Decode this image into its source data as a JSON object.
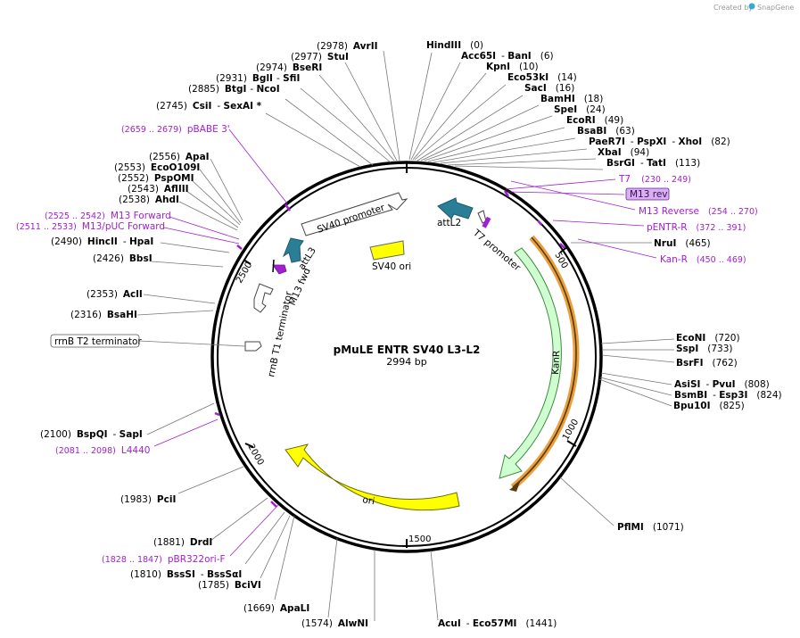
{
  "credit": {
    "prefix": "Created by",
    "brand": "SnapGene"
  },
  "plasmid": {
    "name": "pMuLE ENTR SV40 L3-L2",
    "length": "2994 bp"
  },
  "ticks": [
    "500",
    "1000",
    "1500",
    "2000",
    "2500"
  ],
  "features": [
    {
      "label": "SV40 promoter",
      "kind": "promoter"
    },
    {
      "label": "SV40 ori",
      "kind": "rep_origin"
    },
    {
      "label": "attL2",
      "kind": "misc"
    },
    {
      "label": "attL3",
      "kind": "misc"
    },
    {
      "label": "T7 promoter",
      "kind": "promoter"
    },
    {
      "label": "M13 fwd",
      "kind": "primer_bind"
    },
    {
      "label": "rrnB T1 terminator",
      "kind": "terminator"
    },
    {
      "label": "KanR",
      "kind": "CDS"
    },
    {
      "label": "ori",
      "kind": "rep_origin"
    },
    {
      "label": "rrnB T2 terminator",
      "kind": "terminator"
    }
  ],
  "colors": {
    "promoter": "#ffffff",
    "ori": "#ffff00",
    "att": "#2a7f96",
    "kanr": "#cfffd0",
    "primer": "#a020d0",
    "orf": "#e8a040"
  },
  "sites": [
    {
      "pos": "(2978)",
      "parts": [
        "AvrII"
      ]
    },
    {
      "pos": "(2977)",
      "parts": [
        "StuI"
      ]
    },
    {
      "pos": "(2974)",
      "parts": [
        "BseRI"
      ]
    },
    {
      "pos": "(2931)",
      "parts": [
        "BglI",
        "SfiI"
      ]
    },
    {
      "pos": "(2885)",
      "parts": [
        "BtgI",
        "NcoI"
      ]
    },
    {
      "pos": "(2745)",
      "parts": [
        "CsiI",
        "SexAI *"
      ]
    },
    {
      "pos": "(0)",
      "parts": [
        "HindIII"
      ]
    },
    {
      "pos": "(6)",
      "parts": [
        "Acc65I",
        "BanI"
      ]
    },
    {
      "pos": "(10)",
      "parts": [
        "KpnI"
      ]
    },
    {
      "pos": "(14)",
      "parts": [
        "Eco53kI"
      ]
    },
    {
      "pos": "(16)",
      "parts": [
        "SacI"
      ]
    },
    {
      "pos": "(18)",
      "parts": [
        "BamHI"
      ]
    },
    {
      "pos": "(24)",
      "parts": [
        "SpeI"
      ]
    },
    {
      "pos": "(49)",
      "parts": [
        "EcoRI"
      ]
    },
    {
      "pos": "(63)",
      "parts": [
        "BsaBI"
      ]
    },
    {
      "pos": "(82)",
      "parts": [
        "PaeR7I",
        "PspXI",
        "XhoI"
      ]
    },
    {
      "pos": "(94)",
      "parts": [
        "XbaI"
      ]
    },
    {
      "pos": "(113)",
      "parts": [
        "BsrGI",
        "TatI"
      ]
    },
    {
      "pos": "(465)",
      "parts": [
        "NruI"
      ]
    },
    {
      "pos": "(720)",
      "parts": [
        "EcoNI"
      ]
    },
    {
      "pos": "(733)",
      "parts": [
        "SspI"
      ]
    },
    {
      "pos": "(762)",
      "parts": [
        "BsrFI"
      ]
    },
    {
      "pos": "(808)",
      "parts": [
        "AsiSI",
        "PvuI"
      ]
    },
    {
      "pos": "(824)",
      "parts": [
        "BsmBI",
        "Esp3I"
      ]
    },
    {
      "pos": "(825)",
      "parts": [
        "Bpu10I"
      ]
    },
    {
      "pos": "(1071)",
      "parts": [
        "PflMI"
      ]
    },
    {
      "pos": "(2556)",
      "parts": [
        "ApaI"
      ]
    },
    {
      "pos": "(2553)",
      "parts": [
        "EcoO109I"
      ]
    },
    {
      "pos": "(2552)",
      "parts": [
        "PspOMI"
      ]
    },
    {
      "pos": "(2543)",
      "parts": [
        "AflIII"
      ]
    },
    {
      "pos": "(2538)",
      "parts": [
        "AhdI"
      ]
    },
    {
      "pos": "(2490)",
      "parts": [
        "HincII",
        "HpaI"
      ]
    },
    {
      "pos": "(2426)",
      "parts": [
        "BbsI"
      ]
    },
    {
      "pos": "(2353)",
      "parts": [
        "AclI"
      ]
    },
    {
      "pos": "(2316)",
      "parts": [
        "BsaHI"
      ]
    },
    {
      "pos": "(2100)",
      "parts": [
        "BspQI",
        "SapI"
      ]
    },
    {
      "pos": "(1983)",
      "parts": [
        "PciI"
      ]
    },
    {
      "pos": "(1881)",
      "parts": [
        "DrdI"
      ]
    },
    {
      "pos": "(1810)",
      "parts": [
        "BssSI",
        "BssSαI"
      ]
    },
    {
      "pos": "(1785)",
      "parts": [
        "BciVI"
      ]
    },
    {
      "pos": "(1669)",
      "parts": [
        "ApaLI"
      ]
    },
    {
      "pos": "(1574)",
      "parts": [
        "AlwNI"
      ]
    },
    {
      "pos": "(1441)",
      "parts": [
        "AcuI",
        "Eco57MI"
      ]
    }
  ],
  "primers": [
    {
      "range": "(2659 .. 2679)",
      "name": "pBABE 3'"
    },
    {
      "range": "(230 .. 249)",
      "name": "T7"
    },
    {
      "range": "",
      "name": "M13 rev"
    },
    {
      "range": "(254 .. 270)",
      "name": "M13 Reverse"
    },
    {
      "range": "(372 .. 391)",
      "name": "pENTR-R"
    },
    {
      "range": "(450 .. 469)",
      "name": "Kan-R"
    },
    {
      "range": "(2525 .. 2542)",
      "name": "M13 Forward"
    },
    {
      "range": "(2511 .. 2533)",
      "name": "M13/pUC Forward"
    },
    {
      "range": "(2081 .. 2098)",
      "name": "L4440"
    },
    {
      "range": "(1828 .. 1847)",
      "name": "pBR322ori-F"
    }
  ]
}
